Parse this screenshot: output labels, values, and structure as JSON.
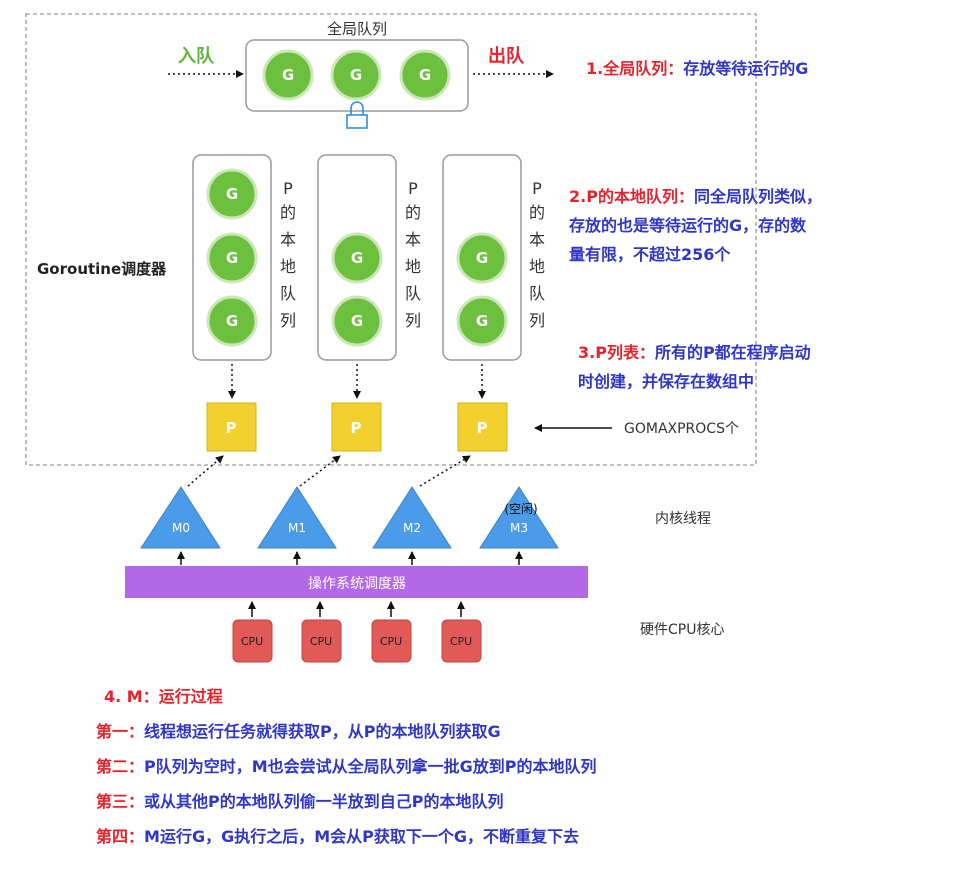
{
  "global_queue": {
    "title": "全局队列",
    "enqueue_label": "入队",
    "dequeue_label": "出队",
    "goroutines": [
      "G",
      "G",
      "G"
    ]
  },
  "scheduler_label": "Goroutine调度器",
  "local_queues": [
    {
      "label_chars": [
        "P",
        "的",
        "本",
        "地",
        "队",
        "列"
      ],
      "goroutines": [
        "G",
        "G",
        "G"
      ],
      "processor": "P"
    },
    {
      "label_chars": [
        "P",
        "的",
        "本",
        "地",
        "队",
        "列"
      ],
      "goroutines": [
        "G",
        "G"
      ],
      "processor": "P"
    },
    {
      "label_chars": [
        "P",
        "的",
        "本",
        "地",
        "队",
        "列"
      ],
      "goroutines": [
        "G",
        "G"
      ],
      "processor": "P"
    }
  ],
  "gomaxprocs_label": "GOMAXPROCS个",
  "threads": [
    {
      "name": "M0",
      "status": ""
    },
    {
      "name": "M1",
      "status": ""
    },
    {
      "name": "M2",
      "status": ""
    },
    {
      "name": "M3",
      "status": "(空闲)"
    }
  ],
  "kernel_thread_label": "内核线程",
  "os_scheduler_label": "操作系统调度器",
  "cpus": [
    "CPU",
    "CPU",
    "CPU",
    "CPU"
  ],
  "cpu_core_label": "硬件CPU核心",
  "notes": {
    "n1_head": "1.全局队列：",
    "n1_body": "存放等待运行的G",
    "n2_head": "2.P的本地队列：",
    "n2_line1": "同全局队列类似，",
    "n2_line2": "存放的也是等待运行的G，存的数",
    "n2_line3": "量有限，不超过256个",
    "n3_head": "3.P列表：",
    "n3_line1": "所有的P都在程序启动",
    "n3_line2": "时创建，并保存在数组中"
  },
  "m_process": {
    "title": "4. M：运行过程",
    "steps": [
      {
        "head": "第一：",
        "text": "线程想运行任务就得获取P，从P的本地队列获取G"
      },
      {
        "head": "第二：",
        "text": "P队列为空时，M也会尝试从全局队列拿一批G放到P的本地队列"
      },
      {
        "head": "第三：",
        "text": "或从其他P的本地队列偷一半放到自己P的本地队列"
      },
      {
        "head": "第四：",
        "text": "M运行G，G执行之后，M会从P获取下一个G，不断重复下去"
      }
    ]
  },
  "colors": {
    "goroutine": "#6dbf3e",
    "processor": "#f2d12e",
    "thread": "#4a9be8",
    "os_scheduler": "#b369e6",
    "cpu": "#e25a57",
    "note_blue": "#2f36c8",
    "note_red": "#e8222a",
    "enqueue_green": "#5cb83a"
  }
}
